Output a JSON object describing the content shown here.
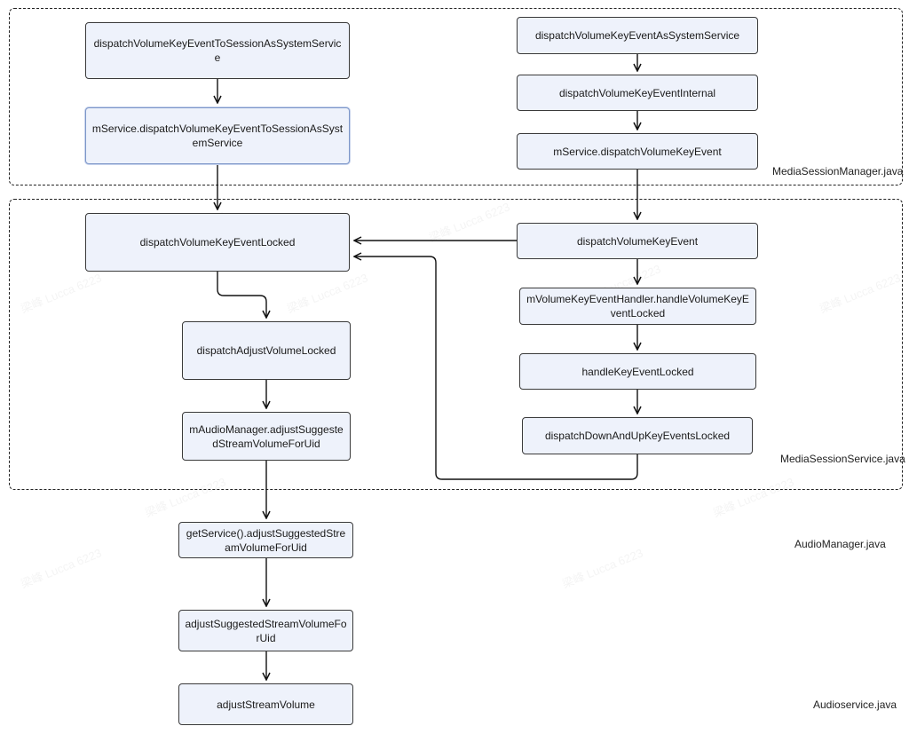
{
  "regions": {
    "media_session_manager": "MediaSessionManager.java",
    "media_session_service": "MediaSessionService.java",
    "audio_manager": "AudioManager.java",
    "audio_service": "Audioservice.java"
  },
  "nodes": {
    "to_session_as_system": "dispatchVolumeKeyEventToSessionAsSystemService",
    "service_to_session_as_system": "mService.dispatchVolumeKeyEventToSessionAsSystemService",
    "as_system_service": "dispatchVolumeKeyEventAsSystemService",
    "internal": "dispatchVolumeKeyEventInternal",
    "service_dispatch": "mService.dispatchVolumeKeyEvent",
    "locked": "dispatchVolumeKeyEventLocked",
    "dispatch": "dispatchVolumeKeyEvent",
    "handler_locked": "mVolumeKeyEventHandler.handleVolumeKeyEventLocked",
    "handle_key_locked": "handleKeyEventLocked",
    "down_up_locked": "dispatchDownAndUpKeyEventsLocked",
    "adjust_volume_locked": "dispatchAdjustVolumeLocked",
    "audio_manager_adjust": "mAudioManager.adjustSuggestedStreamVolumeForUid",
    "get_service_adjust": "getService().adjustSuggestedStreamVolumeForUid",
    "adjust_for_uid": "adjustSuggestedStreamVolumeForUid",
    "adjust_stream_volume": "adjustStreamVolume"
  },
  "watermark_text": "梁峰 Lucca 6223",
  "colors": {
    "node_fill": "#eef2fb",
    "node_border": "#3a3a3a",
    "highlight_border": "#7d97c9",
    "line": "#111111"
  }
}
